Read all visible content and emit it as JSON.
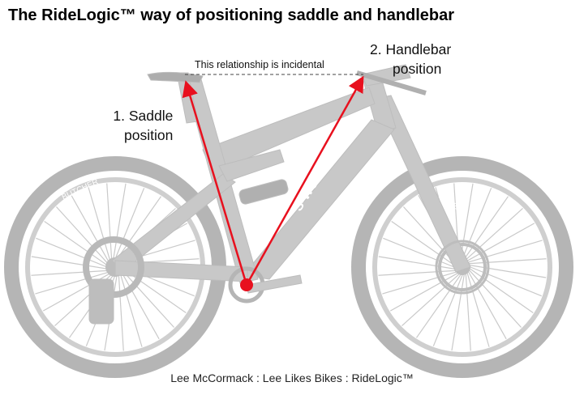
{
  "title": "The RideLogic™ way of positioning saddle and handlebar",
  "labels": {
    "saddle_line1": "1. Saddle",
    "saddle_line2": "position",
    "handlebar_line1": "2. Handlebar",
    "handlebar_line2": "position",
    "incidental": "This relationship is incidental"
  },
  "credit": "Lee McCormack : Lee Likes Bikes : RideLogic™",
  "bike": {
    "brand_text": "S-WORKS",
    "tire_text": "BUTCHER"
  },
  "colors": {
    "arrow": "#e8101e",
    "bike": "#c8c8c8",
    "bike_dark": "#adadad",
    "tire": "#b5b5b5"
  }
}
